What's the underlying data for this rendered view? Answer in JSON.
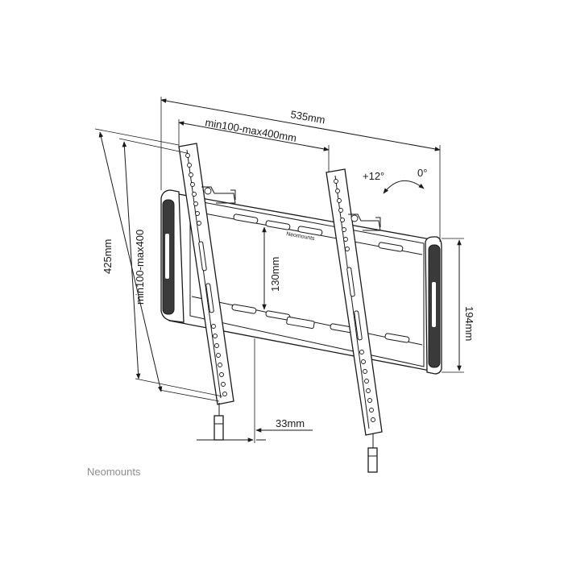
{
  "dimensions": {
    "overall_width": "535mm",
    "vesa_width": "min100-max400mm",
    "overall_height": "425mm",
    "vesa_height": "min100-max400",
    "plate_height": "194mm",
    "inner_height": "130mm",
    "wall_distance": "33mm"
  },
  "tilt": {
    "up": "+12°",
    "down": "0°"
  },
  "product_logo": "Neomounts",
  "brand_caption": "Neomounts",
  "colors": {
    "line": "#1a1a1a",
    "pad": "#3a3a3a",
    "caption": "#8c8c8c"
  }
}
